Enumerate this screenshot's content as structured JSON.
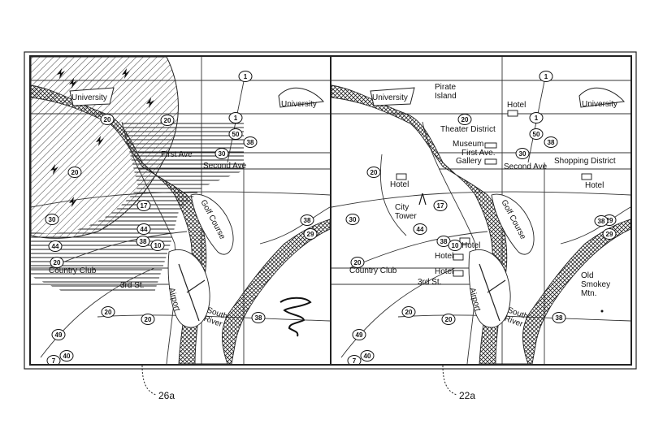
{
  "figure": {
    "ref_left": "26a",
    "ref_right": "22a"
  },
  "left_map": {
    "labels": {
      "university": "University",
      "university_east": "University",
      "first_ave": "First Ave",
      "second_ave": "Second Ave",
      "golf_course": "Golf Course",
      "country_club": "Country Club",
      "third_st": "3rd St.",
      "airport": "Airport",
      "south_river": "South\nRiver"
    },
    "shields": [
      "1",
      "20",
      "20",
      "1",
      "50",
      "38",
      "30",
      "20",
      "30",
      "17",
      "44",
      "44",
      "38",
      "10",
      "20",
      "20",
      "20",
      "38",
      "29",
      "38",
      "49",
      "7",
      "40"
    ]
  },
  "right_map": {
    "labels": {
      "university": "University",
      "university_east": "University",
      "pirate_island": "Pirate\nIsland",
      "theater_district": "Theater District",
      "hotel_1": "Hotel",
      "museum": "Museum",
      "first_ave": "First Ave.",
      "gallery": "Gallery",
      "second_ave": "Second Ave",
      "shopping_district": "Shopping District",
      "hotel_2": "Hotel",
      "hotel_3": "Hotel",
      "city_tower": "City\nTower",
      "golf_course": "Golf Course",
      "hotel_4": "Hotel",
      "hotel_5": "Hotel",
      "hotel_6": "Hotel",
      "country_club": "Country Club",
      "third_st": "3rd St.",
      "airport": "Airport",
      "south_river": "South\nRiver",
      "old_smokey": "Old\nSmokey\nMtn."
    },
    "shields": [
      "1",
      "20",
      "1",
      "50",
      "38",
      "30",
      "20",
      "17",
      "30",
      "44",
      "38",
      "10",
      "20",
      "20",
      "20",
      "38",
      "29",
      "29",
      "38",
      "49",
      "7",
      "40"
    ]
  }
}
